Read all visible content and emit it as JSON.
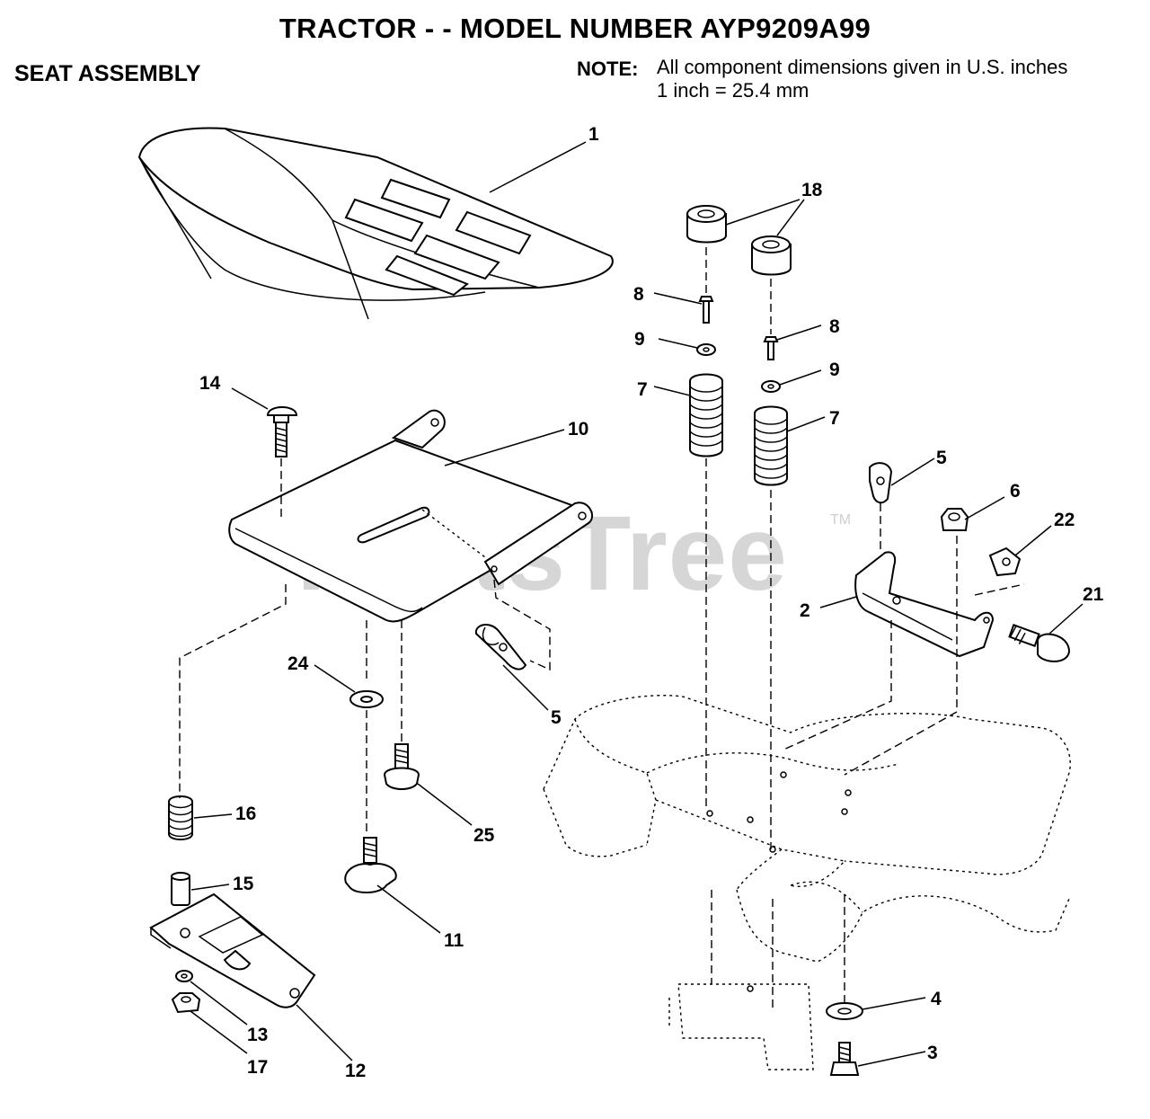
{
  "header": {
    "title": "TRACTOR - - MODEL NUMBER AYP9209A99",
    "subtitle": "SEAT ASSEMBLY",
    "note_label": "NOTE:",
    "note_line1": "All component dimensions given in U.S. inches",
    "note_line2": "1 inch = 25.4 mm"
  },
  "watermark": {
    "text": "PartsTree",
    "tm": "TM"
  },
  "callouts": {
    "c1": "1",
    "c2": "2",
    "c3": "3",
    "c4": "4",
    "c5a": "5",
    "c5b": "5",
    "c6": "6",
    "c7a": "7",
    "c7b": "7",
    "c8a": "8",
    "c8b": "8",
    "c9a": "9",
    "c9b": "9",
    "c10": "10",
    "c11": "11",
    "c12": "12",
    "c13": "13",
    "c14": "14",
    "c15": "15",
    "c16": "16",
    "c17": "17",
    "c18": "18",
    "c21": "21",
    "c22": "22",
    "c24": "24",
    "c25": "25"
  }
}
